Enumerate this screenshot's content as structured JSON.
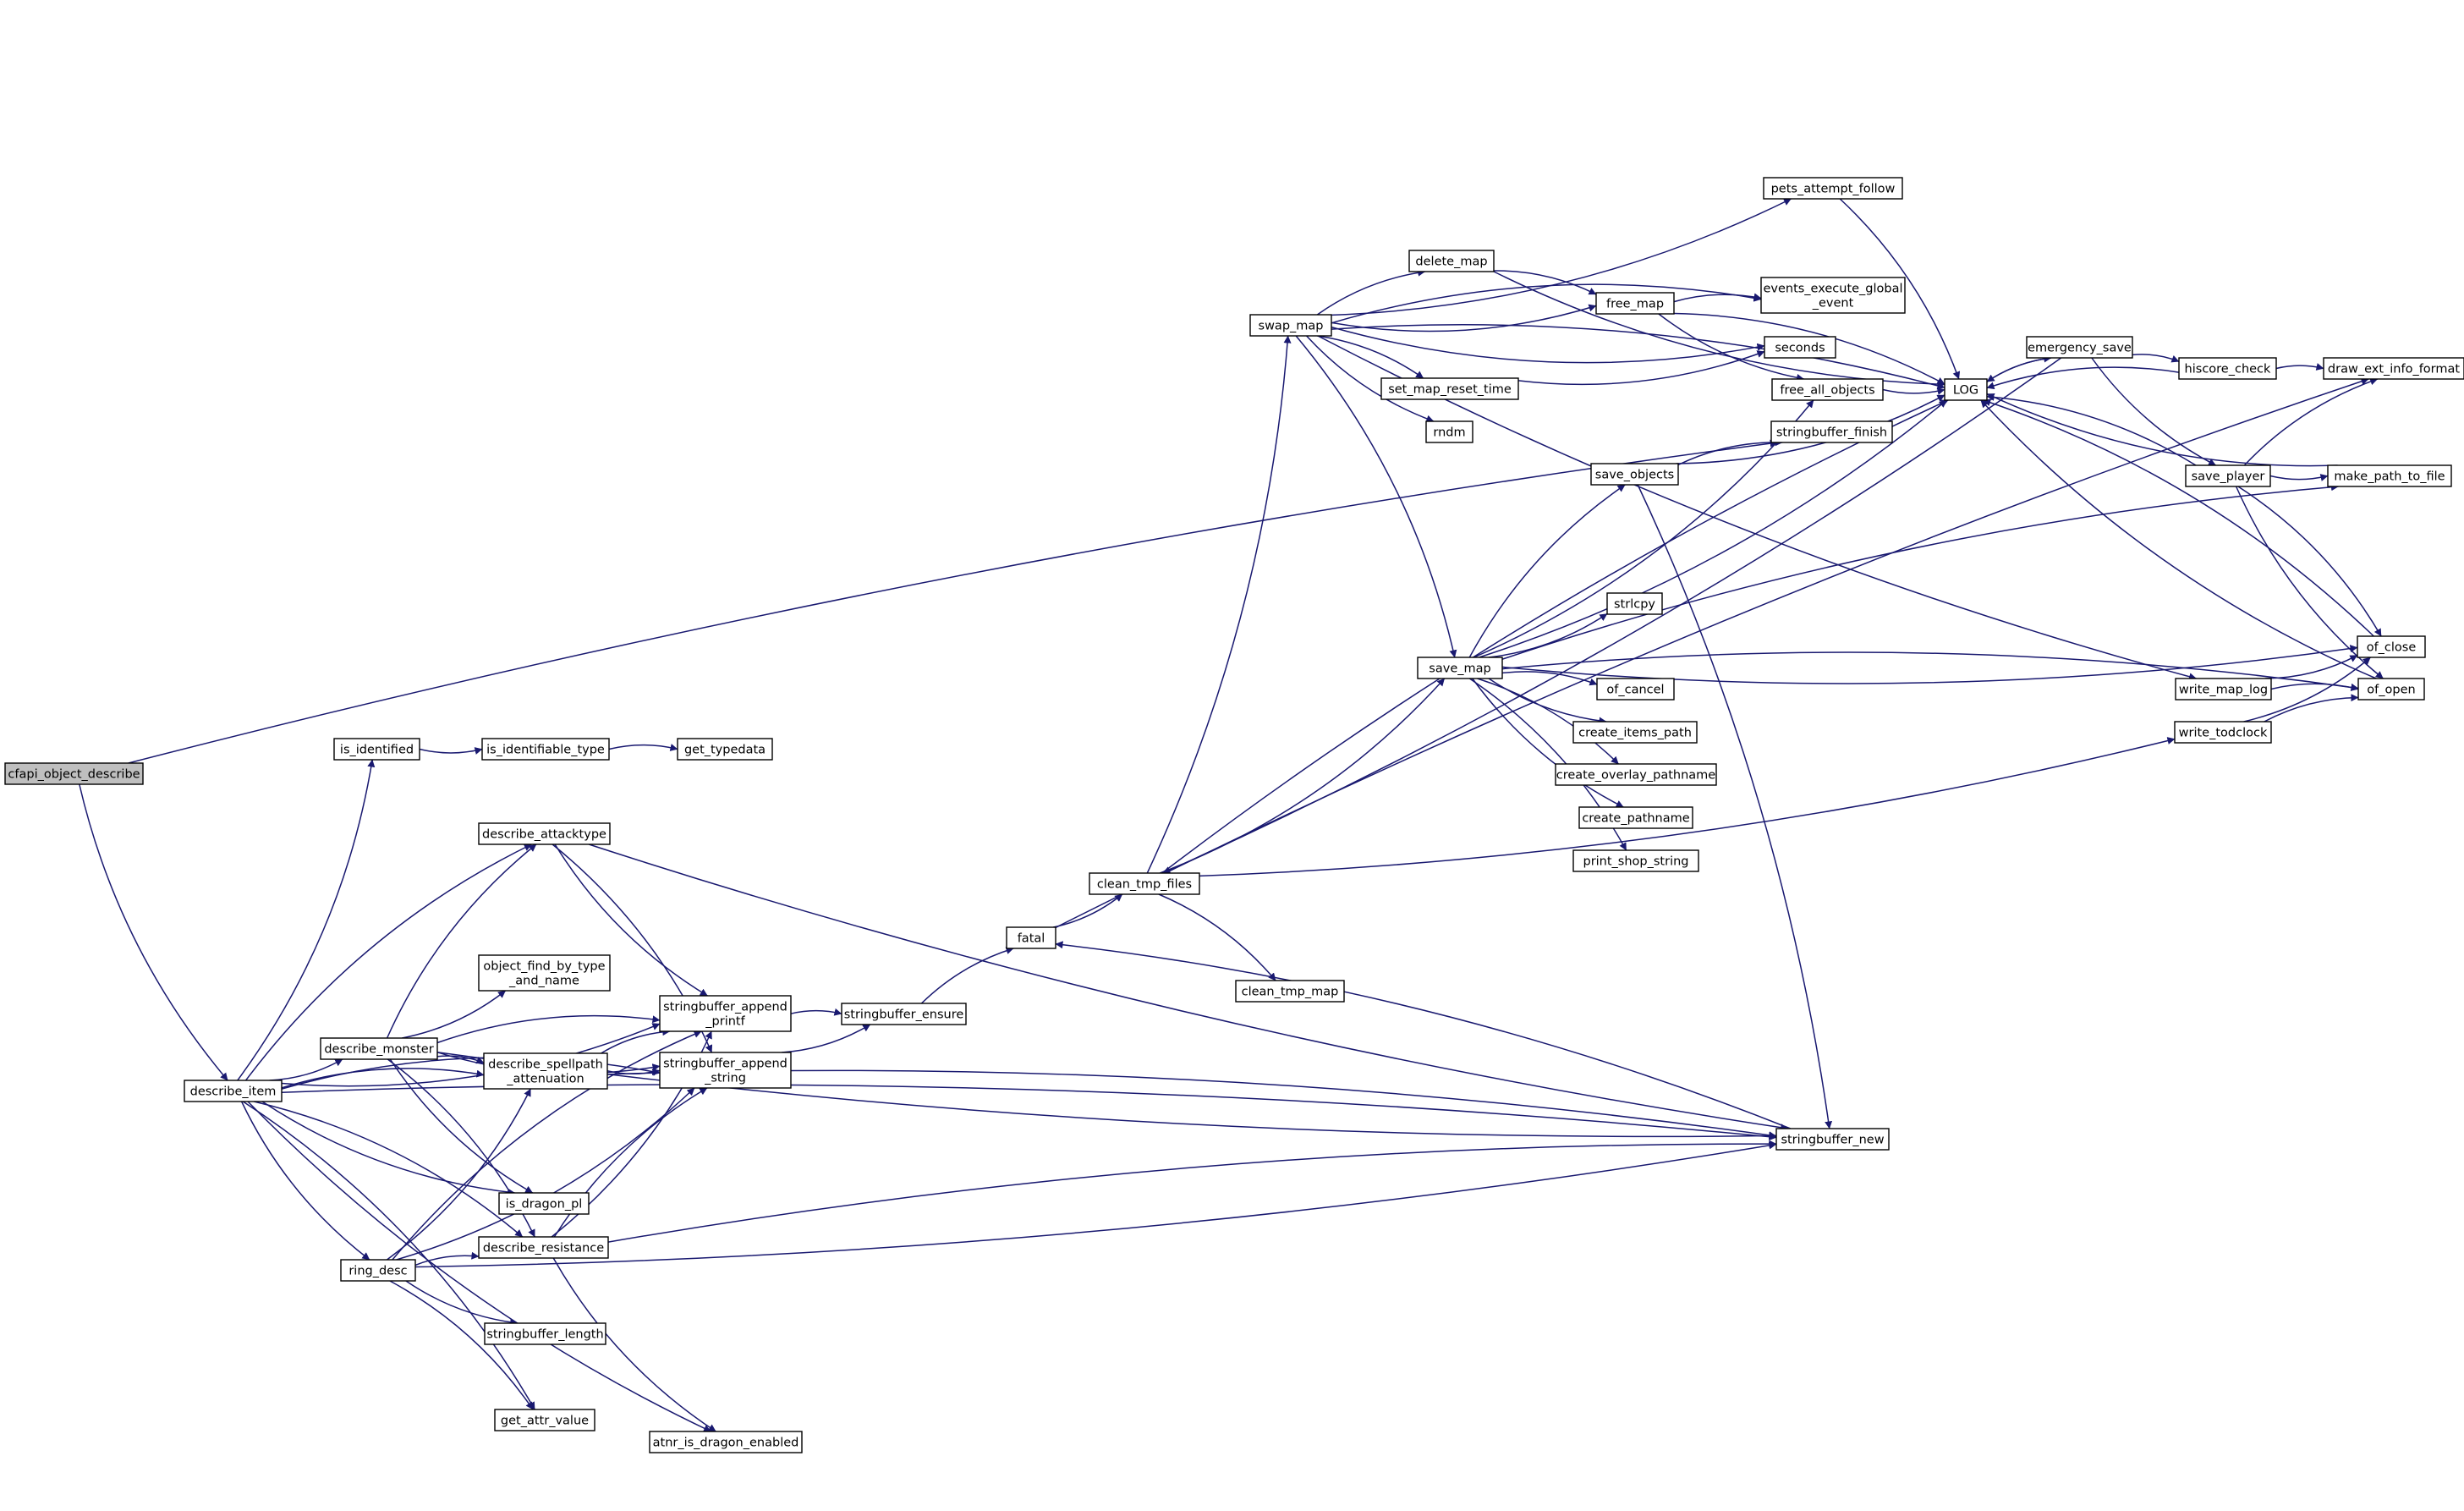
{
  "nodes": [
    {
      "id": "cfapi_object_describe",
      "lines": [
        "cfapi_object_describe"
      ],
      "style": "root"
    },
    {
      "id": "describe_item",
      "lines": [
        "describe_item"
      ],
      "style": "normal"
    },
    {
      "id": "is_identified",
      "lines": [
        "is_identified"
      ],
      "style": "normal"
    },
    {
      "id": "is_identifiable_type",
      "lines": [
        "is_identifiable_type"
      ],
      "style": "normal"
    },
    {
      "id": "get_typedata",
      "lines": [
        "get_typedata"
      ],
      "style": "normal"
    },
    {
      "id": "describe_attacktype",
      "lines": [
        "describe_attacktype"
      ],
      "style": "normal"
    },
    {
      "id": "object_find_by_type_and_name",
      "lines": [
        "object_find_by_type",
        "_and_name"
      ],
      "style": "normal"
    },
    {
      "id": "describe_monster",
      "lines": [
        "describe_monster"
      ],
      "style": "normal"
    },
    {
      "id": "describe_spellpath_attenuation",
      "lines": [
        "describe_spellpath",
        "_attenuation"
      ],
      "style": "normal"
    },
    {
      "id": "stringbuffer_append_printf",
      "lines": [
        "stringbuffer_append",
        "_printf"
      ],
      "style": "normal"
    },
    {
      "id": "stringbuffer_append_string",
      "lines": [
        "stringbuffer_append",
        "_string"
      ],
      "style": "normal"
    },
    {
      "id": "stringbuffer_ensure",
      "lines": [
        "stringbuffer_ensure"
      ],
      "style": "normal"
    },
    {
      "id": "is_dragon_pl",
      "lines": [
        "is_dragon_pl"
      ],
      "style": "normal"
    },
    {
      "id": "describe_resistance",
      "lines": [
        "describe_resistance"
      ],
      "style": "normal"
    },
    {
      "id": "ring_desc",
      "lines": [
        "ring_desc"
      ],
      "style": "normal"
    },
    {
      "id": "stringbuffer_length",
      "lines": [
        "stringbuffer_length"
      ],
      "style": "normal"
    },
    {
      "id": "get_attr_value",
      "lines": [
        "get_attr_value"
      ],
      "style": "normal"
    },
    {
      "id": "atnr_is_dragon_enabled",
      "lines": [
        "atnr_is_dragon_enabled"
      ],
      "style": "normal"
    },
    {
      "id": "fatal",
      "lines": [
        "fatal"
      ],
      "style": "normal"
    },
    {
      "id": "clean_tmp_files",
      "lines": [
        "clean_tmp_files"
      ],
      "style": "normal"
    },
    {
      "id": "clean_tmp_map",
      "lines": [
        "clean_tmp_map"
      ],
      "style": "normal"
    },
    {
      "id": "swap_map",
      "lines": [
        "swap_map"
      ],
      "style": "normal"
    },
    {
      "id": "delete_map",
      "lines": [
        "delete_map"
      ],
      "style": "normal"
    },
    {
      "id": "free_map",
      "lines": [
        "free_map"
      ],
      "style": "truncated"
    },
    {
      "id": "set_map_reset_time",
      "lines": [
        "set_map_reset_time"
      ],
      "style": "normal"
    },
    {
      "id": "rndm",
      "lines": [
        "rndm"
      ],
      "style": "normal"
    },
    {
      "id": "save_map",
      "lines": [
        "save_map"
      ],
      "style": "normal"
    },
    {
      "id": "pets_attempt_follow",
      "lines": [
        "pets_attempt_follow"
      ],
      "style": "truncated"
    },
    {
      "id": "events_execute_global_event",
      "lines": [
        "events_execute_global",
        "_event"
      ],
      "style": "normal"
    },
    {
      "id": "seconds",
      "lines": [
        "seconds"
      ],
      "style": "normal"
    },
    {
      "id": "free_all_objects",
      "lines": [
        "free_all_objects"
      ],
      "style": "truncated"
    },
    {
      "id": "stringbuffer_finish",
      "lines": [
        "stringbuffer_finish"
      ],
      "style": "normal"
    },
    {
      "id": "save_objects",
      "lines": [
        "save_objects"
      ],
      "style": "truncated"
    },
    {
      "id": "strlcpy",
      "lines": [
        "strlcpy"
      ],
      "style": "normal"
    },
    {
      "id": "of_cancel",
      "lines": [
        "of_cancel"
      ],
      "style": "normal"
    },
    {
      "id": "create_items_path",
      "lines": [
        "create_items_path"
      ],
      "style": "normal"
    },
    {
      "id": "create_overlay_pathname",
      "lines": [
        "create_overlay_pathname"
      ],
      "style": "normal"
    },
    {
      "id": "create_pathname",
      "lines": [
        "create_pathname"
      ],
      "style": "normal"
    },
    {
      "id": "print_shop_string",
      "lines": [
        "print_shop_string"
      ],
      "style": "normal"
    },
    {
      "id": "stringbuffer_new",
      "lines": [
        "stringbuffer_new"
      ],
      "style": "normal"
    },
    {
      "id": "LOG",
      "lines": [
        "LOG"
      ],
      "style": "normal"
    },
    {
      "id": "emergency_save",
      "lines": [
        "emergency_save"
      ],
      "style": "normal"
    },
    {
      "id": "hiscore_check",
      "lines": [
        "hiscore_check"
      ],
      "style": "truncated"
    },
    {
      "id": "draw_ext_info_format",
      "lines": [
        "draw_ext_info_format"
      ],
      "style": "normal"
    },
    {
      "id": "save_player",
      "lines": [
        "save_player"
      ],
      "style": "truncated"
    },
    {
      "id": "make_path_to_file",
      "lines": [
        "make_path_to_file"
      ],
      "style": "normal"
    },
    {
      "id": "of_close",
      "lines": [
        "of_close"
      ],
      "style": "normal"
    },
    {
      "id": "of_open",
      "lines": [
        "of_open"
      ],
      "style": "normal"
    },
    {
      "id": "write_map_log",
      "lines": [
        "write_map_log"
      ],
      "style": "normal"
    },
    {
      "id": "write_todclock",
      "lines": [
        "write_todclock"
      ],
      "style": "normal"
    }
  ],
  "edges": [
    [
      "cfapi_object_describe",
      "describe_item"
    ],
    [
      "cfapi_object_describe",
      "stringbuffer_finish"
    ],
    [
      "describe_item",
      "is_identified"
    ],
    [
      "describe_item",
      "describe_attacktype"
    ],
    [
      "describe_item",
      "stringbuffer_append_printf"
    ],
    [
      "describe_item",
      "stringbuffer_append_string"
    ],
    [
      "describe_item",
      "describe_monster"
    ],
    [
      "describe_item",
      "describe_spellpath_attenuation"
    ],
    [
      "describe_item",
      "is_dragon_pl"
    ],
    [
      "describe_item",
      "describe_resistance"
    ],
    [
      "describe_item",
      "ring_desc"
    ],
    [
      "describe_item",
      "get_attr_value"
    ],
    [
      "describe_item",
      "atnr_is_dragon_enabled"
    ],
    [
      "describe_item",
      "stringbuffer_new"
    ],
    [
      "is_identified",
      "is_identifiable_type"
    ],
    [
      "is_identifiable_type",
      "get_typedata"
    ],
    [
      "describe_attacktype",
      "stringbuffer_append_printf"
    ],
    [
      "describe_attacktype",
      "stringbuffer_append_string"
    ],
    [
      "describe_attacktype",
      "stringbuffer_new"
    ],
    [
      "describe_monster",
      "describe_attacktype"
    ],
    [
      "describe_monster",
      "object_find_by_type_and_name"
    ],
    [
      "describe_monster",
      "stringbuffer_append_printf"
    ],
    [
      "describe_monster",
      "stringbuffer_append_string"
    ],
    [
      "describe_monster",
      "describe_spellpath_attenuation"
    ],
    [
      "describe_monster",
      "is_dragon_pl"
    ],
    [
      "describe_monster",
      "describe_resistance"
    ],
    [
      "describe_monster",
      "stringbuffer_new"
    ],
    [
      "describe_spellpath_attenuation",
      "stringbuffer_append_printf"
    ],
    [
      "describe_spellpath_attenuation",
      "stringbuffer_append_string"
    ],
    [
      "describe_spellpath_attenuation",
      "stringbuffer_new"
    ],
    [
      "describe_resistance",
      "stringbuffer_append_printf"
    ],
    [
      "describe_resistance",
      "stringbuffer_append_string"
    ],
    [
      "describe_resistance",
      "atnr_is_dragon_enabled"
    ],
    [
      "describe_resistance",
      "stringbuffer_new"
    ],
    [
      "ring_desc",
      "describe_spellpath_attenuation"
    ],
    [
      "ring_desc",
      "stringbuffer_append_printf"
    ],
    [
      "ring_desc",
      "stringbuffer_append_string"
    ],
    [
      "ring_desc",
      "describe_resistance"
    ],
    [
      "ring_desc",
      "stringbuffer_length"
    ],
    [
      "ring_desc",
      "get_attr_value"
    ],
    [
      "ring_desc",
      "stringbuffer_new"
    ],
    [
      "stringbuffer_append_printf",
      "stringbuffer_ensure"
    ],
    [
      "stringbuffer_append_string",
      "stringbuffer_ensure"
    ],
    [
      "stringbuffer_ensure",
      "fatal"
    ],
    [
      "fatal",
      "clean_tmp_files"
    ],
    [
      "fatal",
      "draw_ext_info_format"
    ],
    [
      "clean_tmp_files",
      "swap_map"
    ],
    [
      "clean_tmp_files",
      "clean_tmp_map"
    ],
    [
      "clean_tmp_files",
      "save_map"
    ],
    [
      "clean_tmp_files",
      "LOG"
    ],
    [
      "clean_tmp_files",
      "write_todclock"
    ],
    [
      "swap_map",
      "delete_map"
    ],
    [
      "swap_map",
      "free_map"
    ],
    [
      "swap_map",
      "set_map_reset_time"
    ],
    [
      "swap_map",
      "rndm"
    ],
    [
      "swap_map",
      "save_map"
    ],
    [
      "swap_map",
      "pets_attempt_follow"
    ],
    [
      "swap_map",
      "events_execute_global_event"
    ],
    [
      "swap_map",
      "seconds"
    ],
    [
      "swap_map",
      "LOG"
    ],
    [
      "swap_map",
      "write_map_log"
    ],
    [
      "delete_map",
      "free_map"
    ],
    [
      "delete_map",
      "LOG"
    ],
    [
      "free_map",
      "events_execute_global_event"
    ],
    [
      "free_map",
      "free_all_objects"
    ],
    [
      "free_map",
      "LOG"
    ],
    [
      "set_map_reset_time",
      "seconds"
    ],
    [
      "pets_attempt_follow",
      "LOG"
    ],
    [
      "save_map",
      "free_all_objects"
    ],
    [
      "save_map",
      "save_objects"
    ],
    [
      "save_map",
      "strlcpy"
    ],
    [
      "save_map",
      "of_cancel"
    ],
    [
      "save_map",
      "create_items_path"
    ],
    [
      "save_map",
      "create_overlay_pathname"
    ],
    [
      "save_map",
      "create_pathname"
    ],
    [
      "save_map",
      "print_shop_string"
    ],
    [
      "save_map",
      "LOG"
    ],
    [
      "save_map",
      "make_path_to_file"
    ],
    [
      "save_map",
      "of_close"
    ],
    [
      "save_map",
      "of_open"
    ],
    [
      "free_all_objects",
      "LOG"
    ],
    [
      "save_objects",
      "stringbuffer_finish"
    ],
    [
      "save_objects",
      "LOG"
    ],
    [
      "save_objects",
      "stringbuffer_new"
    ],
    [
      "stringbuffer_new",
      "fatal"
    ],
    [
      "LOG",
      "emergency_save"
    ],
    [
      "emergency_save",
      "LOG"
    ],
    [
      "emergency_save",
      "hiscore_check"
    ],
    [
      "emergency_save",
      "save_player"
    ],
    [
      "emergency_save",
      "clean_tmp_files"
    ],
    [
      "hiscore_check",
      "LOG"
    ],
    [
      "hiscore_check",
      "draw_ext_info_format"
    ],
    [
      "save_player",
      "LOG"
    ],
    [
      "save_player",
      "draw_ext_info_format"
    ],
    [
      "save_player",
      "make_path_to_file"
    ],
    [
      "save_player",
      "of_close"
    ],
    [
      "save_player",
      "of_open"
    ],
    [
      "make_path_to_file",
      "LOG"
    ],
    [
      "of_close",
      "LOG"
    ],
    [
      "of_open",
      "LOG"
    ],
    [
      "write_map_log",
      "of_close"
    ],
    [
      "write_map_log",
      "of_open"
    ],
    [
      "write_todclock",
      "of_close"
    ],
    [
      "write_todclock",
      "of_open"
    ]
  ],
  "colors": {
    "edge": "#191970",
    "node_border": "#000000",
    "truncated_border": "#ff0000",
    "root_fill": "#bfbfbf",
    "node_fill": "#ffffff"
  }
}
